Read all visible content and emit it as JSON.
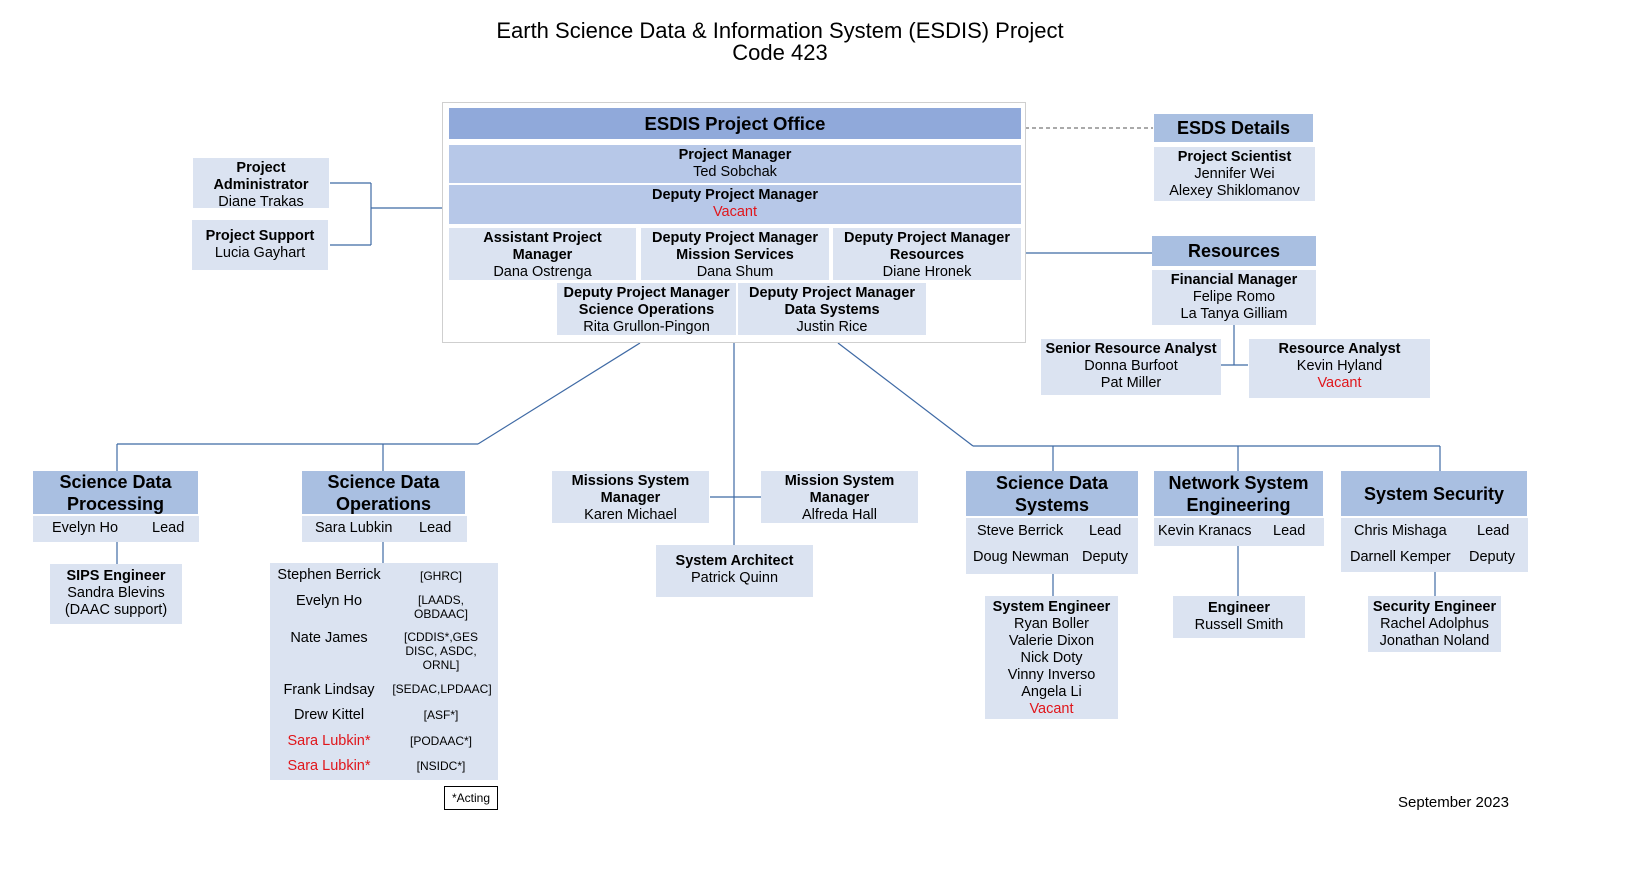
{
  "title": {
    "line1": "Earth Science Data & Information System (ESDIS) Project",
    "line2": "Code 423"
  },
  "office": {
    "header": "ESDIS Project Office",
    "pm_title": "Project Manager",
    "pm_name": "Ted Sobchak",
    "dpm_title": "Deputy Project Manager",
    "dpm_name": "Vacant",
    "apm_title1": "Assistant Project",
    "apm_title2": "Manager",
    "apm_name": "Dana Ostrenga",
    "dpm_ms_title1": "Deputy Project Manager",
    "dpm_ms_title2": "Mission Services",
    "dpm_ms_name": "Dana Shum",
    "dpm_res_title1": "Deputy Project Manager",
    "dpm_res_title2": "Resources",
    "dpm_res_name": "Diane Hronek",
    "dpm_so_title1": "Deputy Project Manager",
    "dpm_so_title2": "Science Operations",
    "dpm_so_name": "Rita Grullon-Pingon",
    "dpm_ds_title1": "Deputy Project Manager",
    "dpm_ds_title2": "Data Systems",
    "dpm_ds_name": "Justin Rice"
  },
  "admin": {
    "title1": "Project",
    "title2": "Administrator",
    "name": "Diane Trakas"
  },
  "support": {
    "title": "Project Support",
    "name": "Lucia Gayhart"
  },
  "esds": {
    "header": "ESDS Details",
    "title": "Project Scientist",
    "names": [
      "Jennifer Wei",
      "Alexey Shiklomanov"
    ]
  },
  "resources": {
    "header": "Resources",
    "fm_title": "Financial Manager",
    "fm_names": [
      "Felipe Romo",
      "La Tanya Gilliam"
    ],
    "sra_title": "Senior Resource Analyst",
    "sra_names": [
      "Donna Burfoot",
      "Pat Miller"
    ],
    "ra_title": "Resource Analyst",
    "ra_name": "Kevin Hyland",
    "ra_vacant": "Vacant"
  },
  "sdp": {
    "header1": "Science Data",
    "header2": "Processing",
    "lead_name": "Evelyn Ho",
    "lead_role": "Lead",
    "eng_title": "SIPS Engineer",
    "eng_name": "Sandra Blevins",
    "eng_note": "(DAAC support)"
  },
  "sdo": {
    "header1": "Science Data",
    "header2": "Operations",
    "lead_name": "Sara Lubkin",
    "lead_role": "Lead",
    "members": [
      {
        "name": "Stephen Berrick",
        "daac": [
          "[GHRC]"
        ]
      },
      {
        "name": "Evelyn Ho",
        "daac": [
          "[LAADS,",
          "OBDAAC]"
        ]
      },
      {
        "name": "Nate James",
        "daac": [
          "[CDDIS*,GES",
          "DISC, ASDC,",
          "ORNL]"
        ]
      },
      {
        "name": "Frank Lindsay",
        "daac": [
          "[SEDAC,LPDAAC]"
        ]
      },
      {
        "name": "Drew Kittel",
        "daac": [
          "[ASF*]"
        ]
      },
      {
        "name": "Sara Lubkin*",
        "daac": [
          "[PODAAC*]"
        ]
      },
      {
        "name": "Sara Lubkin*",
        "daac": [
          "[NSIDC*]"
        ]
      }
    ],
    "acting_note": "*Acting"
  },
  "msm1": {
    "title1": "Missions System",
    "title2": "Manager",
    "name": "Karen Michael"
  },
  "msm2": {
    "title1": "Mission System",
    "title2": "Manager",
    "name": "Alfreda Hall"
  },
  "arch": {
    "title": "System Architect",
    "name": "Patrick Quinn"
  },
  "sds": {
    "header1": "Science Data",
    "header2": "Systems",
    "r1_name": "Steve Berrick",
    "r1_role": "Lead",
    "r2_name": "Doug Newman",
    "r2_role": "Deputy",
    "eng_title": "System Engineer",
    "eng_names": [
      "Ryan Boller",
      "Valerie Dixon",
      "Nick Doty",
      "Vinny Inverso",
      "Angela Li"
    ],
    "eng_vacant": "Vacant"
  },
  "nse": {
    "header1": "Network System",
    "header2": "Engineering",
    "r1_name": "Kevin Kranacs",
    "r1_role": "Lead",
    "eng_title": "Engineer",
    "eng_name": "Russell Smith"
  },
  "sec": {
    "header": "System Security",
    "r1_name": "Chris Mishaga",
    "r1_role": "Lead",
    "r2_name": "Darnell Kemper",
    "r2_role": "Deputy",
    "eng_title": "Security Engineer",
    "eng_names": [
      "Rachel Adolphus",
      "Jonathan Noland"
    ]
  },
  "date": "September 2023"
}
